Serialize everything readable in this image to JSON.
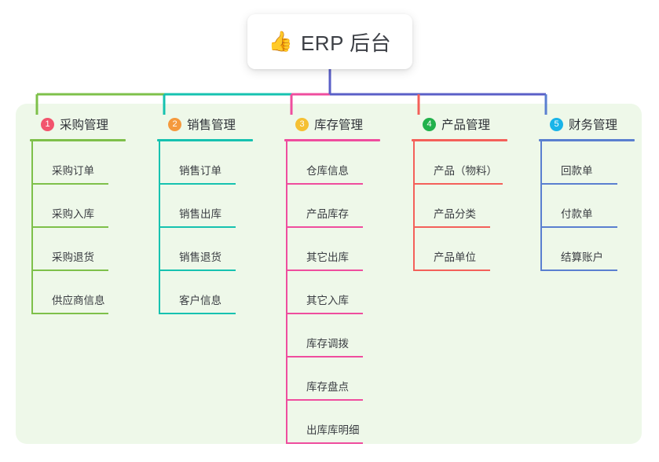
{
  "diagram": {
    "type": "org-tree",
    "root": {
      "icon": "thumbs-up-icon",
      "emoji": "👍",
      "title": "ERP 后台"
    },
    "trunk_color": "#5a5fc7",
    "panel_color": "#eef8e9",
    "branches": [
      {
        "number": "1",
        "title": "采购管理",
        "badge_color": "#f2546d",
        "line_color": "#7ec04a",
        "items": [
          "采购订单",
          "采购入库",
          "采购退货",
          "供应商信息"
        ]
      },
      {
        "number": "2",
        "title": "销售管理",
        "badge_color": "#f5993d",
        "line_color": "#16c2b0",
        "items": [
          "销售订单",
          "销售出库",
          "销售退货",
          "客户信息"
        ]
      },
      {
        "number": "3",
        "title": "库存管理",
        "badge_color": "#f5c033",
        "line_color": "#ef4d9e",
        "items": [
          "仓库信息",
          "产品库存",
          "其它出库",
          "其它入库",
          "库存调拨",
          "库存盘点",
          "出库库明细"
        ]
      },
      {
        "number": "4",
        "title": "产品管理",
        "badge_color": "#22b14c",
        "line_color": "#f4605a",
        "items": [
          "产品（物料）",
          "产品分类",
          "产品单位"
        ]
      },
      {
        "number": "5",
        "title": "财务管理",
        "badge_color": "#1ab4e8",
        "line_color": "#5a7fd0",
        "items": [
          "回款单",
          "付款单",
          "结算账户"
        ]
      }
    ]
  }
}
